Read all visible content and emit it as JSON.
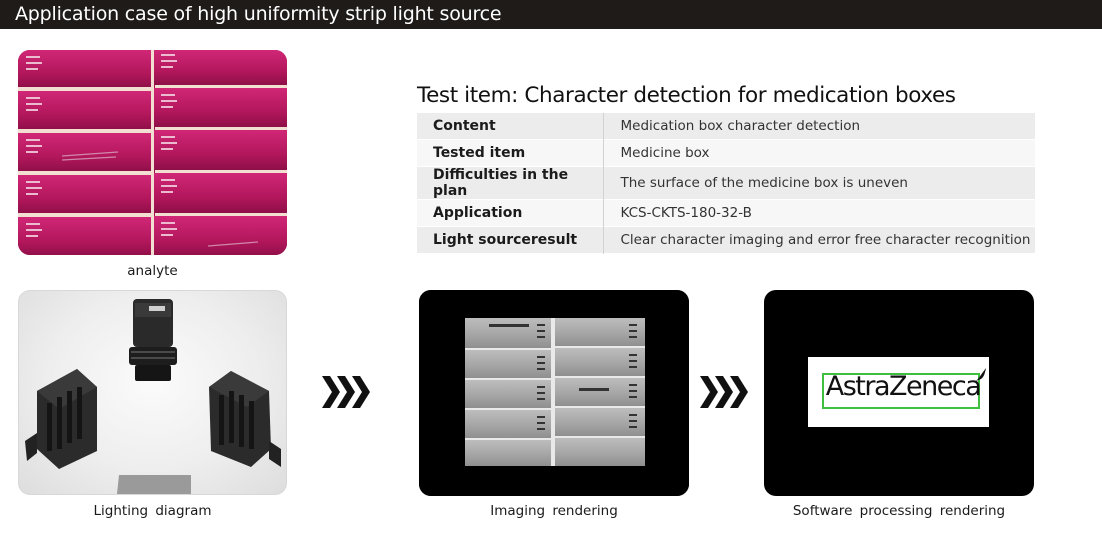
{
  "header": {
    "title": "Application case of high uniformity strip light source"
  },
  "test": {
    "title": "Test item: Character detection for medication boxes",
    "rows": [
      {
        "key": "Content",
        "value": "Medication box character detection"
      },
      {
        "key": "Tested item",
        "value": "Medicine box"
      },
      {
        "key": "Difficulties in the plan",
        "value": "The surface of the medicine box is uneven"
      },
      {
        "key": "Application",
        "value": "KCS-CKTS-180-32-B"
      },
      {
        "key": "Light sourceresult",
        "value": "Clear character imaging and error free character recognition"
      }
    ]
  },
  "captions": {
    "analyte": "analyte",
    "lighting": "Lighting  diagram",
    "imaging": "Imaging  rendering",
    "software": "Software  processing  rendering"
  },
  "rendering": {
    "logo_text": "AstraZeneca"
  },
  "colors": {
    "header_bg": "#1e1b19",
    "box_magenta": "#b8175f",
    "table_odd": "#ececec",
    "table_even": "#f7f7f7",
    "detect_green": "#3fbf3f"
  },
  "icons": [
    "chevron-right-icon",
    "chevron-right-icon"
  ]
}
